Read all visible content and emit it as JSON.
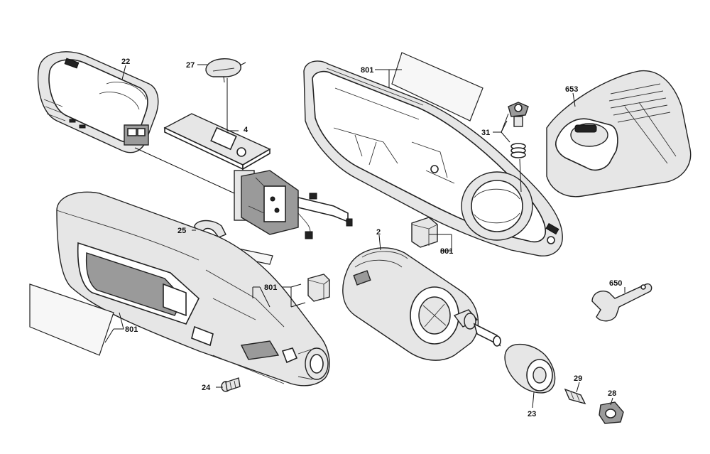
{
  "diagram": {
    "callouts": {
      "c22": "22",
      "c27": "27",
      "c4": "4",
      "c801_top": "801",
      "c653": "653",
      "c31": "31",
      "c25": "25",
      "c2": "2",
      "c801_mid_right": "801",
      "c801_mid_left": "801",
      "c650": "650",
      "c801_bottom": "801",
      "c29": "29",
      "c28": "28",
      "c24": "24",
      "c23": "23"
    }
  }
}
